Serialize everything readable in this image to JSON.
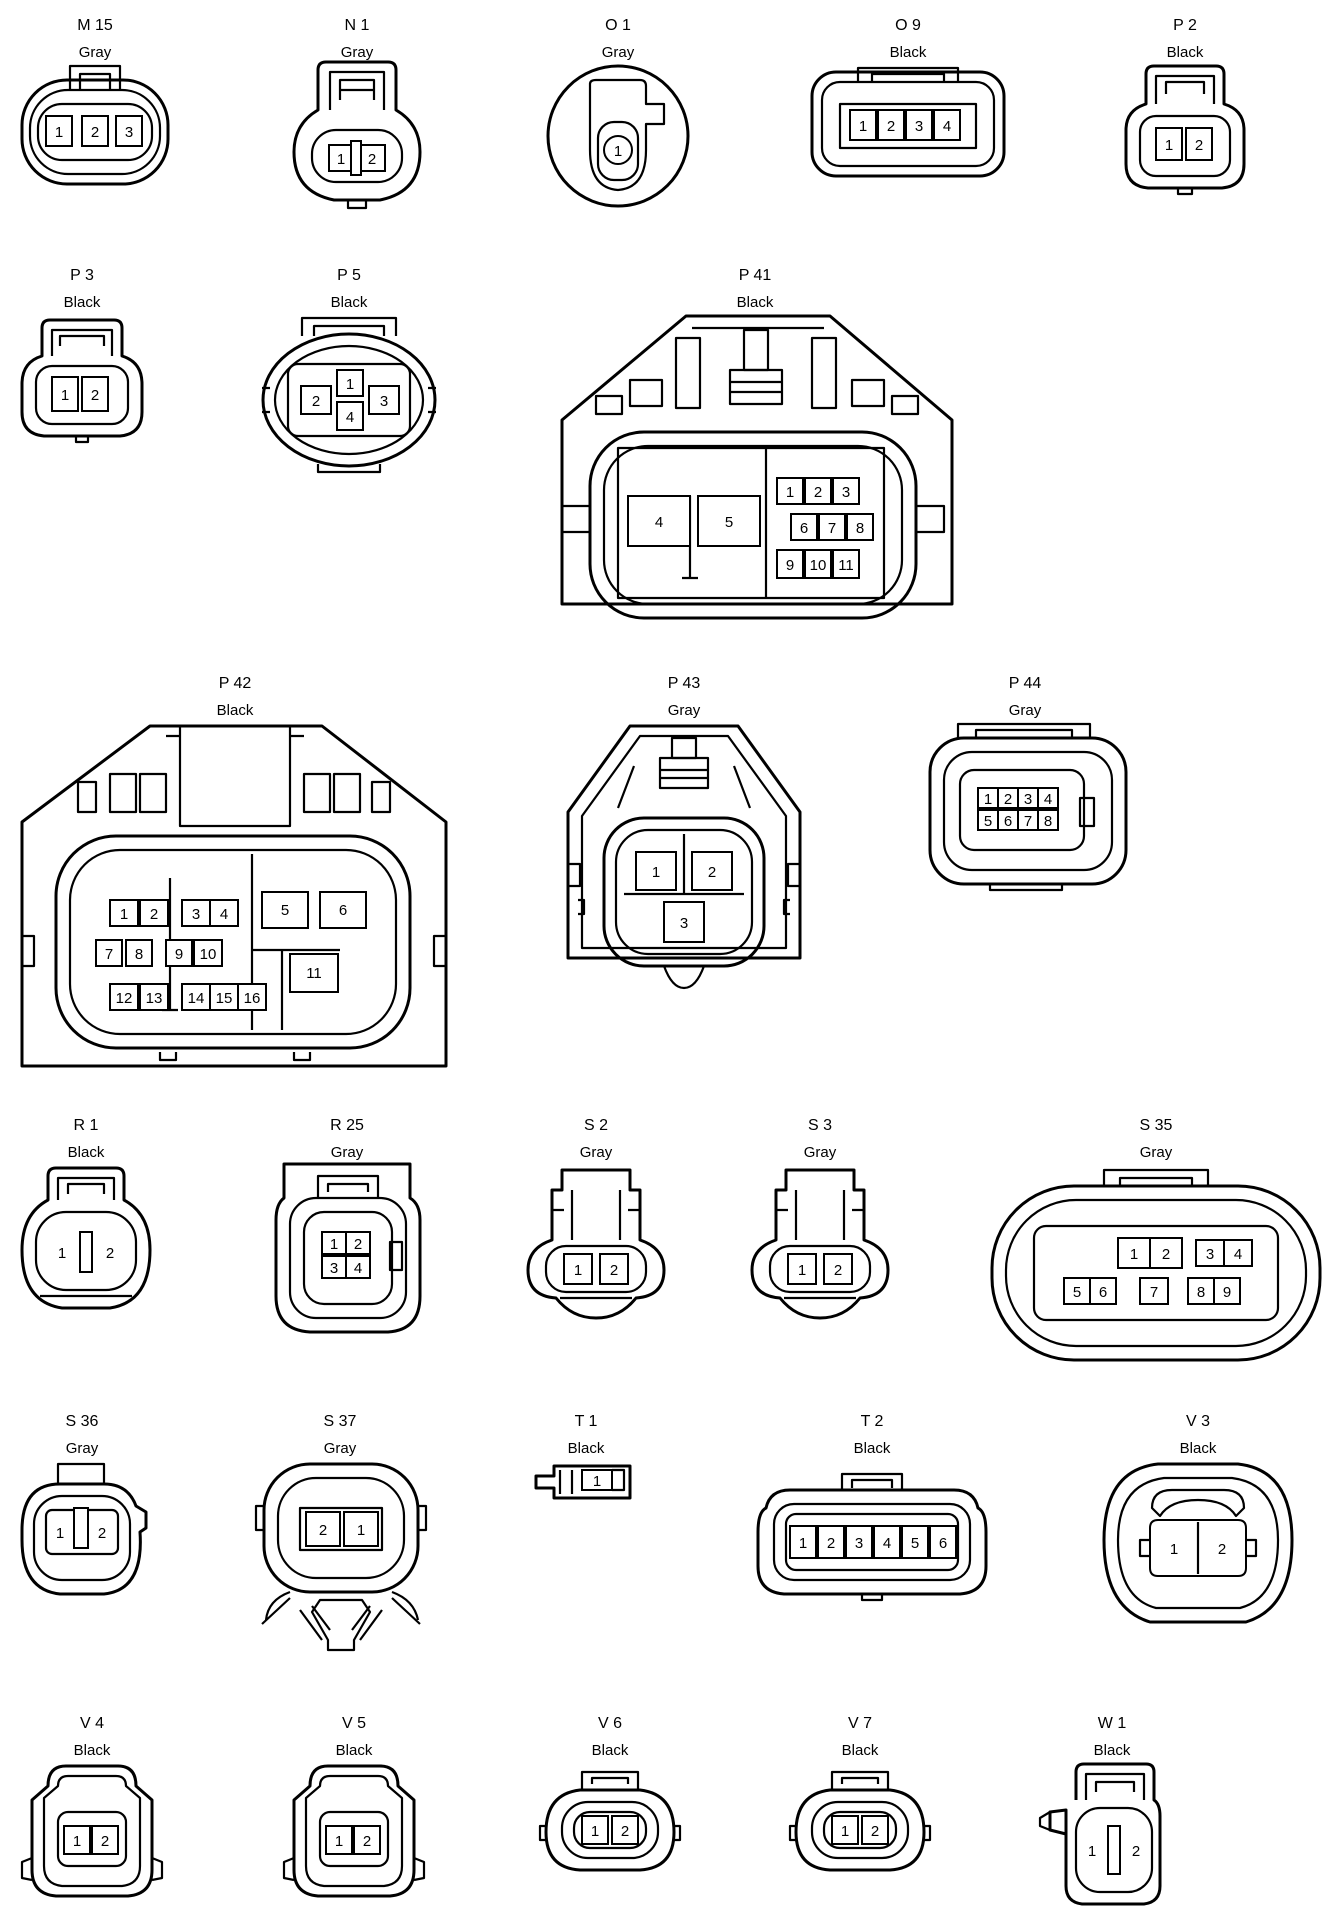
{
  "connectors": [
    {
      "code": "M 15",
      "color": "Gray",
      "pins": [
        "1",
        "2",
        "3"
      ]
    },
    {
      "code": "N 1",
      "color": "Gray",
      "pins": [
        "1",
        "2"
      ]
    },
    {
      "code": "O 1",
      "color": "Gray",
      "pins": [
        "1"
      ]
    },
    {
      "code": "O 9",
      "color": "Black",
      "pins": [
        "1",
        "2",
        "3",
        "4"
      ]
    },
    {
      "code": "P 2",
      "color": "Black",
      "pins": [
        "1",
        "2"
      ]
    },
    {
      "code": "P 3",
      "color": "Black",
      "pins": [
        "1",
        "2"
      ]
    },
    {
      "code": "P 5",
      "color": "Black",
      "pins": [
        "1",
        "2",
        "3",
        "4"
      ]
    },
    {
      "code": "P 41",
      "color": "Black",
      "pins": [
        "1",
        "2",
        "3",
        "4",
        "5",
        "6",
        "7",
        "8",
        "9",
        "10",
        "11"
      ]
    },
    {
      "code": "P 42",
      "color": "Black",
      "pins": [
        "1",
        "2",
        "3",
        "4",
        "5",
        "6",
        "7",
        "8",
        "9",
        "10",
        "11",
        "12",
        "13",
        "14",
        "15",
        "16"
      ]
    },
    {
      "code": "P 43",
      "color": "Gray",
      "pins": [
        "1",
        "2",
        "3"
      ]
    },
    {
      "code": "P 44",
      "color": "Gray",
      "pins": [
        "1",
        "2",
        "3",
        "4",
        "5",
        "6",
        "7",
        "8"
      ]
    },
    {
      "code": "R 1",
      "color": "Black",
      "pins": [
        "1",
        "2"
      ]
    },
    {
      "code": "R 25",
      "color": "Gray",
      "pins": [
        "1",
        "2",
        "3",
        "4"
      ]
    },
    {
      "code": "S 2",
      "color": "Gray",
      "pins": [
        "1",
        "2"
      ]
    },
    {
      "code": "S 3",
      "color": "Gray",
      "pins": [
        "1",
        "2"
      ]
    },
    {
      "code": "S 35",
      "color": "Gray",
      "pins": [
        "1",
        "2",
        "3",
        "4",
        "5",
        "6",
        "7",
        "8",
        "9"
      ]
    },
    {
      "code": "S 36",
      "color": "Gray",
      "pins": [
        "1",
        "2"
      ]
    },
    {
      "code": "S 37",
      "color": "Gray",
      "pins": [
        "2",
        "1"
      ]
    },
    {
      "code": "T 1",
      "color": "Black",
      "pins": [
        "1"
      ]
    },
    {
      "code": "T 2",
      "color": "Black",
      "pins": [
        "1",
        "2",
        "3",
        "4",
        "5",
        "6"
      ]
    },
    {
      "code": "V 3",
      "color": "Black",
      "pins": [
        "1",
        "2"
      ]
    },
    {
      "code": "V 4",
      "color": "Black",
      "pins": [
        "1",
        "2"
      ]
    },
    {
      "code": "V 5",
      "color": "Black",
      "pins": [
        "1",
        "2"
      ]
    },
    {
      "code": "V 6",
      "color": "Black",
      "pins": [
        "1",
        "2"
      ]
    },
    {
      "code": "V 7",
      "color": "Black",
      "pins": [
        "1",
        "2"
      ]
    },
    {
      "code": "W 1",
      "color": "Black",
      "pins": [
        "1",
        "2"
      ]
    }
  ]
}
